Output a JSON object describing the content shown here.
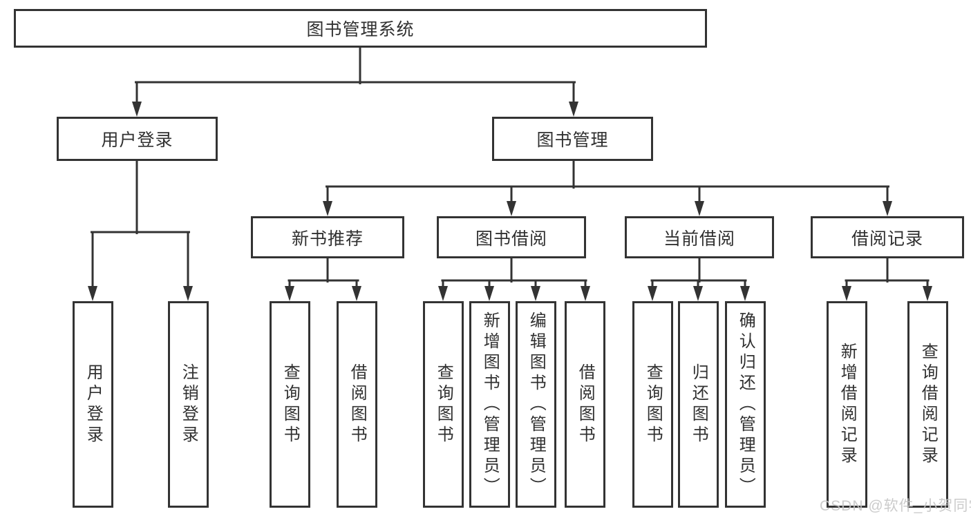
{
  "tree": {
    "root": "图书管理系统",
    "user_login": {
      "label": "用户登录",
      "children": [
        "用户登录",
        "注销登录"
      ]
    },
    "book_mgmt": {
      "label": "图书管理",
      "sections": {
        "new_book": {
          "label": "新书推荐",
          "children": [
            "查询图书",
            "借阅图书"
          ]
        },
        "book_borrow": {
          "label": "图书借阅",
          "children": [
            "查询图书",
            "新增图书（管理员）",
            "编辑图书（管理员）",
            "借阅图书"
          ]
        },
        "current_borrow": {
          "label": "当前借阅",
          "children": [
            "查询图书",
            "归还图书",
            "确认归还（管理员）"
          ]
        },
        "borrow_record": {
          "label": "借阅记录",
          "children": [
            "新增借阅记录",
            "查询借阅记录"
          ]
        }
      }
    }
  },
  "watermark": "CSDN @软件_小贺同学",
  "colors": {
    "line": "#333333",
    "text": "#303030",
    "watermark": "#c6c6c6",
    "background": "#ffffff"
  }
}
